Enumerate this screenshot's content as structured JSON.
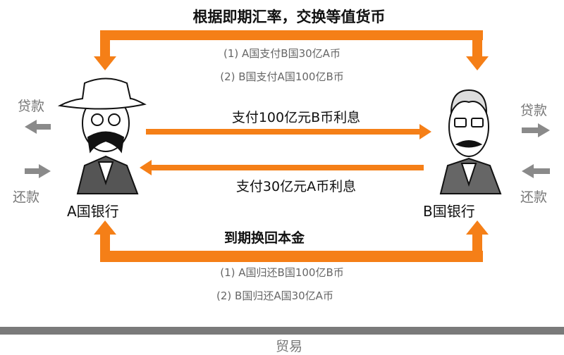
{
  "title": "根据即期汇率，交换等值货币",
  "initial_exchange": [
    "(1) A国支付B国30亿A币",
    "(2) B国支付A国100亿B币"
  ],
  "interest": {
    "to_b": "支付100亿元B币利息",
    "to_a": "支付30亿元A币利息"
  },
  "banks": {
    "a": "A国银行",
    "b": "B国银行"
  },
  "maturity": {
    "label": "到期换回本金",
    "lines": [
      "(1) A国归还B国100亿B币",
      "(2) B国归还A国30亿A币"
    ]
  },
  "side": {
    "loan": "贷款",
    "repay": "还款"
  },
  "footer": "贸易",
  "colors": {
    "accent": "#f57f17",
    "gray": "#8a8a8a"
  }
}
